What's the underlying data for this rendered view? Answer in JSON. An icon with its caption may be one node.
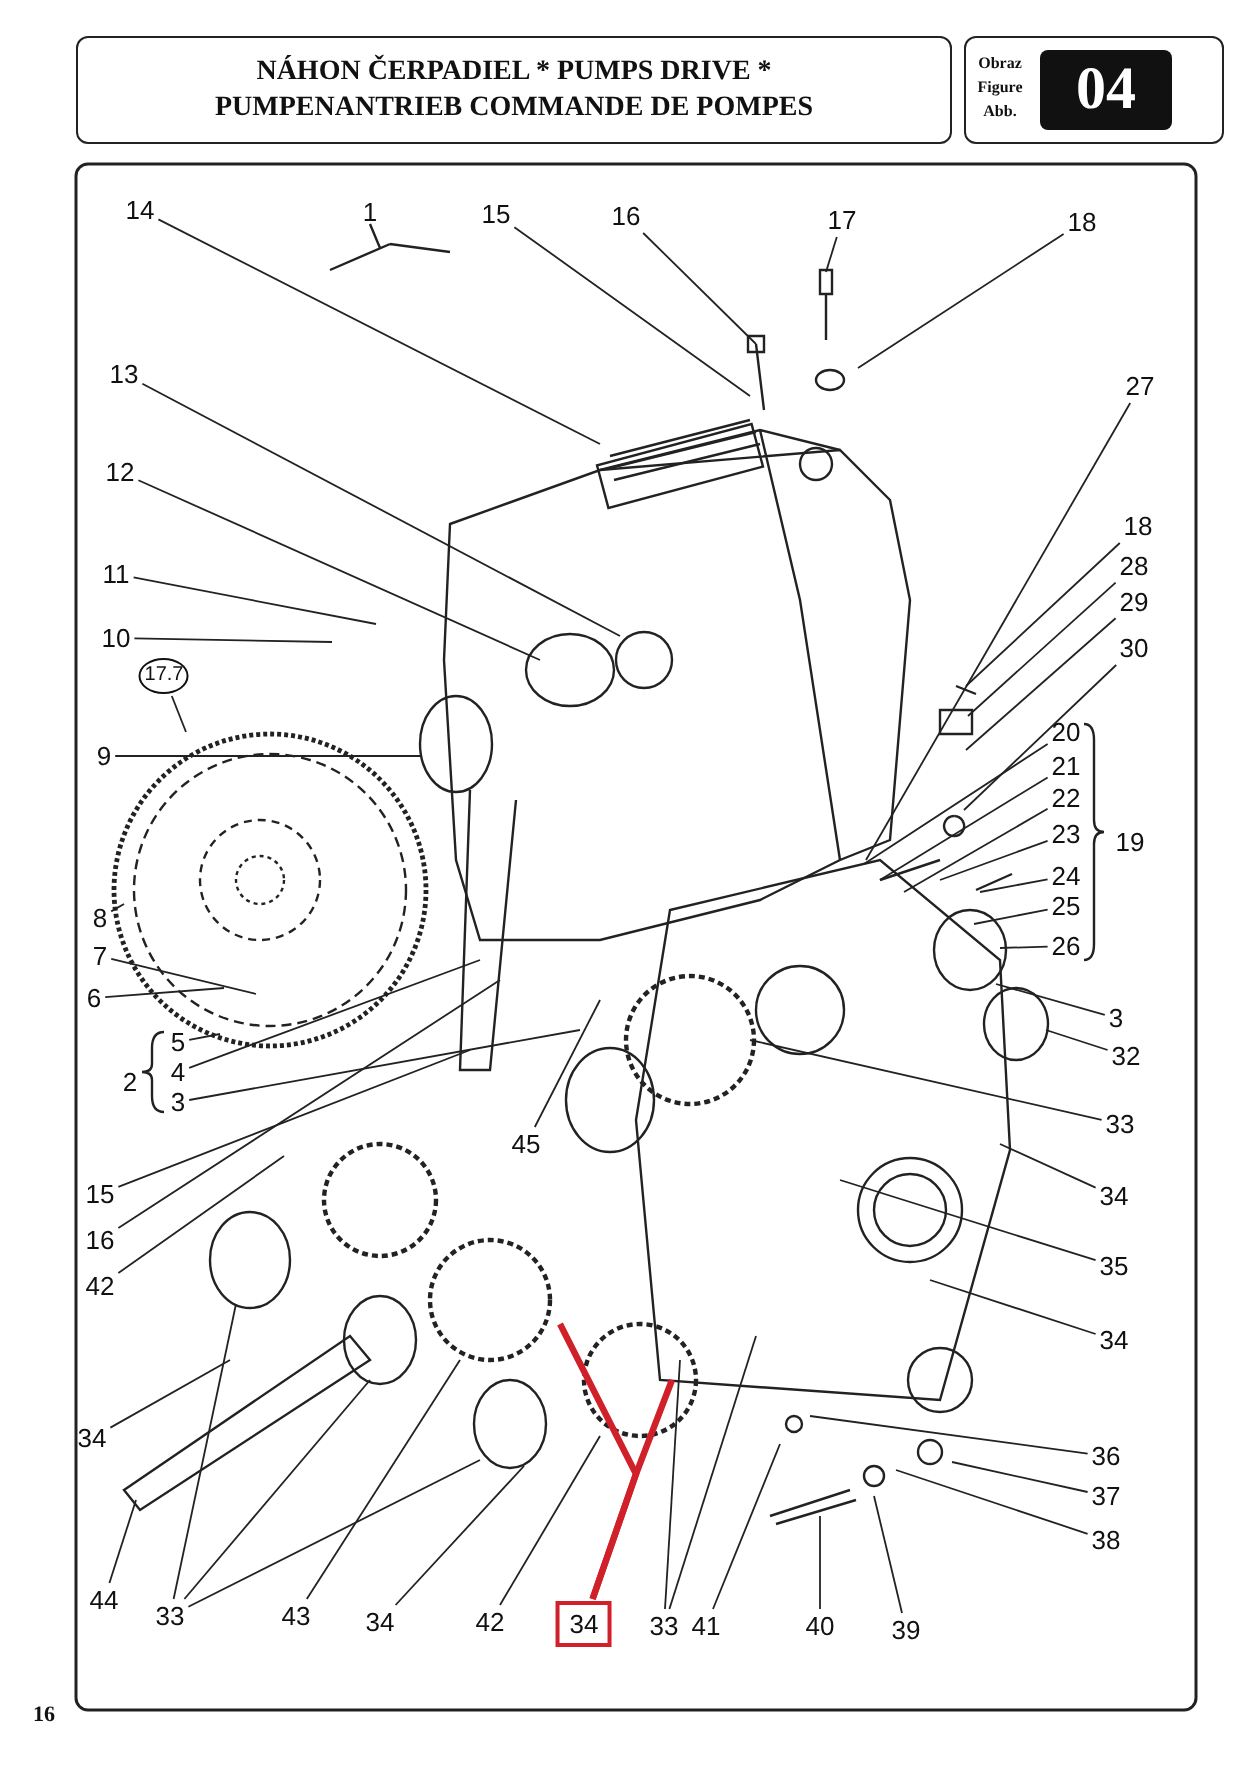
{
  "diagram": {
    "title": "NÁHON ČERPADIEL * PUMPS DRIVE * PUMPENANTRIEB COMMANDE DE POMPES",
    "nodes": [
      {
        "text": [
          "14"
        ]
      },
      {
        "text": [
          "15"
        ]
      },
      {
        "text": [
          "16"
        ]
      },
      {
        "text": [
          "17"
        ]
      },
      {
        "text": [
          "18"
        ]
      },
      {
        "text": [
          "27"
        ]
      },
      {
        "text": [
          "13"
        ]
      },
      {
        "text": [
          "12"
        ]
      },
      {
        "text": [
          "18"
        ]
      },
      {
        "text": [
          "28"
        ]
      },
      {
        "text": [
          "11"
        ]
      },
      {
        "text": [
          "29"
        ]
      },
      {
        "text": [
          "10"
        ]
      },
      {
        "text": [
          "30"
        ]
      },
      {
        "text": [
          "17.7"
        ]
      },
      {
        "text": [
          "20"
        ]
      },
      {
        "text": [
          "9"
        ]
      },
      {
        "text": [
          "21"
        ]
      },
      {
        "text": [
          "22"
        ]
      },
      {
        "text": [
          "23"
        ]
      },
      {
        "text": [
          "24"
        ]
      },
      {
        "text": [
          "25"
        ]
      },
      {
        "text": [
          "8"
        ]
      },
      {
        "text": [
          "26"
        ]
      },
      {
        "text": [
          "7"
        ]
      },
      {
        "text": [
          "6"
        ]
      },
      {
        "text": [
          "3"
        ]
      },
      {
        "text": [
          "5"
        ]
      },
      {
        "text": [
          "32"
        ]
      },
      {
        "text": [
          "4"
        ]
      },
      {
        "text": [
          "3"
        ]
      },
      {
        "text": [
          "33"
        ]
      },
      {
        "text": [
          "45"
        ]
      },
      {
        "text": [
          "15"
        ]
      },
      {
        "text": [
          "34"
        ]
      },
      {
        "text": [
          "16"
        ]
      },
      {
        "text": [
          "35"
        ]
      },
      {
        "text": [
          "42"
        ]
      },
      {
        "text": [
          "34"
        ]
      },
      {
        "text": [
          "34"
        ]
      },
      {
        "text": [
          "36"
        ]
      },
      {
        "text": [
          "37"
        ]
      },
      {
        "text": [
          "38"
        ]
      },
      {
        "text": [
          "44"
        ]
      },
      {
        "text": [
          "33"
        ]
      },
      {
        "text": [
          "43"
        ]
      },
      {
        "text": [
          "34"
        ]
      },
      {
        "text": [
          "42"
        ]
      },
      {
        "text": [
          "34"
        ]
      },
      {
        "text": [
          "33"
        ]
      },
      {
        "text": [
          "41"
        ]
      },
      {
        "text": [
          "40"
        ]
      },
      {
        "text": [
          "39"
        ]
      }
    ],
    "edges": [
      {
        "from": 0,
        "to": null,
        "arrow": "none"
      },
      {
        "from": 1,
        "to": null,
        "arrow": "none"
      },
      {
        "from": 2,
        "to": null,
        "arrow": "none"
      },
      {
        "from": 3,
        "to": null,
        "arrow": "none"
      },
      {
        "from": 4,
        "to": null,
        "arrow": "none"
      },
      {
        "from": 5,
        "to": null,
        "arrow": "none"
      },
      {
        "from": 6,
        "to": null,
        "arrow": "none"
      },
      {
        "from": 7,
        "to": null,
        "arrow": "none"
      },
      {
        "from": 8,
        "to": null,
        "arrow": "none"
      },
      {
        "from": 9,
        "to": null,
        "arrow": "none"
      },
      {
        "from": 10,
        "to": null,
        "arrow": "none"
      },
      {
        "from": 11,
        "to": null,
        "arrow": "none"
      },
      {
        "from": 12,
        "to": null,
        "arrow": "none"
      },
      {
        "from": 13,
        "to": null,
        "arrow": "none"
      },
      {
        "from": 14,
        "to": null,
        "arrow": "none"
      },
      {
        "from": 15,
        "to": null,
        "arrow": "none"
      },
      {
        "from": 16,
        "to": null,
        "arrow": "none"
      },
      {
        "from": 17,
        "to": null,
        "arrow": "none"
      },
      {
        "from": 18,
        "to": null,
        "arrow": "none"
      },
      {
        "from": 19,
        "to": null,
        "arrow": "none"
      },
      {
        "from": 20,
        "to": null,
        "arrow": "none"
      },
      {
        "from": 21,
        "to": null,
        "arrow": "none"
      },
      {
        "from": 22,
        "to": null,
        "arrow": "none"
      },
      {
        "from": 23,
        "to": null,
        "arrow": "none"
      },
      {
        "from": 24,
        "to": null,
        "arrow": "none"
      },
      {
        "from": 25,
        "to": null,
        "arrow": "none"
      },
      {
        "from": 26,
        "to": null,
        "arrow": "none"
      },
      {
        "from": 27,
        "to": null,
        "arrow": "none"
      },
      {
        "from": 28,
        "to": null,
        "arrow": "none"
      },
      {
        "from": 29,
        "to": null,
        "arrow": "none"
      },
      {
        "from": 30,
        "to": null,
        "arrow": "none"
      },
      {
        "from": 31,
        "to": null,
        "arrow": "none"
      },
      {
        "from": 32,
        "to": null,
        "arrow": "none"
      },
      {
        "from": 33,
        "to": null,
        "arrow": "none"
      },
      {
        "from": 34,
        "to": null,
        "arrow": "none"
      },
      {
        "from": 35,
        "to": null,
        "arrow": "none"
      },
      {
        "from": 36,
        "to": null,
        "arrow": "none"
      },
      {
        "from": 37,
        "to": null,
        "arrow": "none"
      },
      {
        "from": 38,
        "to": null,
        "arrow": "none"
      },
      {
        "from": 39,
        "to": null,
        "arrow": "none"
      },
      {
        "from": 40,
        "to": null,
        "arrow": "none"
      },
      {
        "from": 41,
        "to": null,
        "arrow": "none"
      },
      {
        "from": 42,
        "to": null,
        "arrow": "none"
      },
      {
        "from": 43,
        "to": null,
        "arrow": "none"
      },
      {
        "from": 44,
        "to": null,
        "arrow": "none"
      },
      {
        "from": 44,
        "to": null,
        "arrow": "none"
      },
      {
        "from": 44,
        "to": null,
        "arrow": "none"
      },
      {
        "from": 45,
        "to": null,
        "arrow": "none"
      },
      {
        "from": 46,
        "to": null,
        "arrow": "none"
      },
      {
        "from": 47,
        "to": null,
        "arrow": "none"
      },
      {
        "from": 48,
        "to": null,
        "arrow": "none",
        "style": "thick",
        "color": "#d0202a"
      },
      {
        "from": 48,
        "to": null,
        "arrow": "none",
        "style": "thick",
        "color": "#d0202a"
      },
      {
        "from": 49,
        "to": null,
        "arrow": "none"
      },
      {
        "from": 49,
        "to": null,
        "arrow": "none"
      },
      {
        "from": 50,
        "to": null,
        "arrow": "none"
      },
      {
        "from": 51,
        "to": null,
        "arrow": "none"
      },
      {
        "from": 52,
        "to": null,
        "arrow": "none"
      }
    ],
    "labels": [
      "Obraz",
      "Figure",
      "Abb.",
      "04",
      "1",
      "2",
      "19",
      "16"
    ]
  }
}
